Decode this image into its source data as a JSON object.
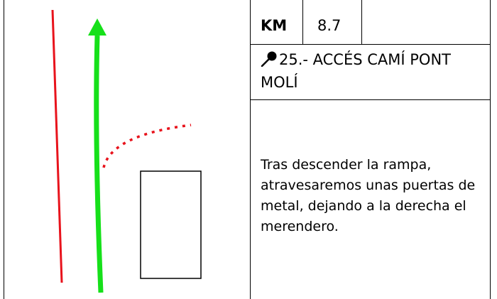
{
  "km": {
    "label": "KM",
    "value": "8.7"
  },
  "waypoint": {
    "icon": "map-pin-icon",
    "title": "25.- ACCÉS CAMÍ PONT MOLÍ"
  },
  "description": "Tras descender la rampa, atravesaremos unas puertas de metal, dejando a la derecha el merendero.",
  "map": {
    "colors": {
      "road": "#e8131c",
      "route": "#16e01a",
      "path": "#e8131c",
      "building": "#000000"
    },
    "icons": [
      "route-arrow-icon"
    ]
  }
}
